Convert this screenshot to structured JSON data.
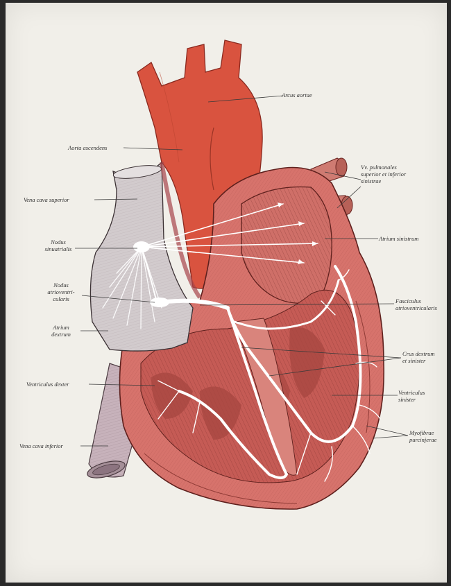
{
  "labels": {
    "arcus_aortae": "Arcus aortae",
    "aorta_ascendens": "Aorta ascendens",
    "vv_pulmonales": "Vv. pulmonales\nsuperior et inferior\nsinistrae",
    "vena_cava_superior": "Vena cava superior",
    "atrium_sinistrum": "Atrium sinistrum",
    "nodus_sinuatrialis": "Nodus\nsinuatrialis",
    "nodus_atrioventricularis": "Nodus\natrioventri-\ncularis",
    "fasciculus_atrioventricularis": "Fasciculus\natrioventricularis",
    "atrium_dextrum": "Atrium\ndextrum",
    "crus_dextrum": "Crus dextrum\net sinister",
    "ventriculus_dexter": "Ventriculus dexter",
    "ventriculus_sinister": "Ventriculus\nsinister",
    "myofibrae": "Myofibrae\npurcinjerae",
    "vena_cava_inferior": "Vena cava inferior"
  },
  "colors": {
    "aorta": "#d9533f",
    "heart": "#d7736c",
    "heart_dark": "#b5534b",
    "vena_cava": "#c9b8bd",
    "conduction": "#ffffff",
    "paper": "#f1efe9"
  }
}
